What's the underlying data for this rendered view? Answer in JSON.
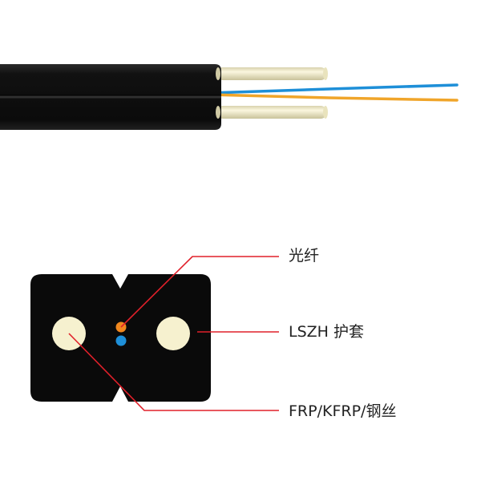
{
  "labels": {
    "fiber": "光纤",
    "jacket": "LSZH 护套",
    "strength_member": "FRP/KFRP/钢丝"
  },
  "colors": {
    "jacket": "#0a0a0a",
    "strength_member": "#f6f1cf",
    "fiber_orange": "#f0871e",
    "fiber_blue": "#1e8fd8",
    "leader_line": "#e0202a",
    "text": "#222222"
  }
}
